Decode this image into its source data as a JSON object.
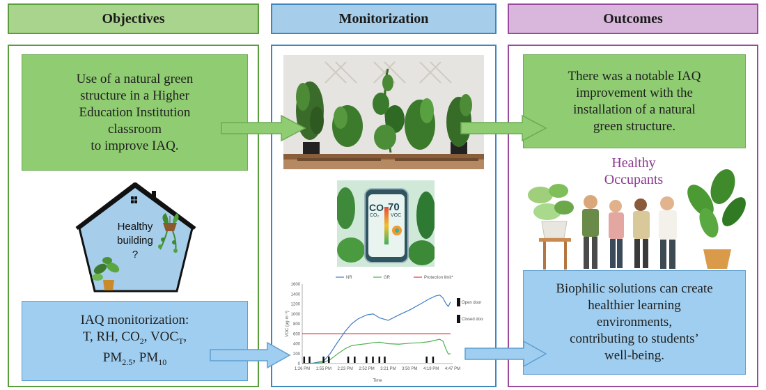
{
  "headers": {
    "objectives": "Objectives",
    "monitorization": "Monitorization",
    "outcomes": "Outcomes"
  },
  "objectives": {
    "box_top": "Use of a natural green\nstructure in a Higher\nEducation Institution\nclassroom\nto improve IAQ.",
    "house_label": "Healthy\nbuilding\n?",
    "box_bottom": {
      "line1": "IAQ monitorization:",
      "line2": "T, RH, CO",
      "line2_sub": "2",
      "line2_b": ", VOC",
      "line2_sub2": "T",
      "line2_c": ",",
      "line3": "PM",
      "line3_sub": "2.5",
      "line3_b": ", PM",
      "line3_sub2": "10"
    }
  },
  "monitor": {
    "sensor": {
      "co2_value": "CO",
      "voc_value": "70",
      "sub_co2": "CO₂",
      "sub_voc": "VOC"
    }
  },
  "outcomes": {
    "box_top": "There was a notable IAQ\nimprovement with the\ninstallation of a natural\ngreen structure.",
    "healthy_title": "Healthy\nOccupants",
    "box_bottom": "Biophilic solutions can create\nhealthier learning\nenvironments,\ncontributing to students’\nwell-being."
  },
  "chart_data": {
    "type": "line",
    "legend": [
      "NR",
      "GR",
      "Protection limit*"
    ],
    "legend_placement": "top",
    "xlabel": "Time",
    "ylabel": "VOC (μg·m⁻³)",
    "x_ticks": [
      "1:26 PM",
      "1:55 PM",
      "2:23 PM",
      "2:52 PM",
      "3:21 PM",
      "3:50 PM",
      "4:19 PM",
      "4:47 PM"
    ],
    "y_ticks": [
      0,
      200,
      400,
      600,
      800,
      1000,
      1200,
      1400,
      1600
    ],
    "ylim": [
      0,
      1600
    ],
    "annotations": [
      "Open door",
      "Closed door"
    ],
    "series": [
      {
        "name": "NR",
        "color": "#3d7cc9",
        "x": [
          0,
          0.5,
          1,
          1.3,
          1.6,
          2,
          2.3,
          2.6,
          3,
          3.3,
          3.6,
          4,
          4.5,
          5,
          5.5,
          5.9,
          6.2,
          6.4,
          6.55,
          6.7,
          6.8,
          6.9
        ],
        "values": [
          0,
          10,
          50,
          200,
          400,
          650,
          800,
          900,
          980,
          1000,
          920,
          870,
          980,
          1080,
          1200,
          1300,
          1360,
          1380,
          1320,
          1200,
          1150,
          1240
        ]
      },
      {
        "name": "GR",
        "color": "#4cb050",
        "x": [
          0,
          0.5,
          1,
          1.3,
          1.6,
          2,
          2.3,
          2.6,
          3,
          3.3,
          3.6,
          4,
          4.5,
          5,
          5.5,
          5.9,
          6.2,
          6.4,
          6.55,
          6.7,
          6.8,
          6.9
        ],
        "values": [
          0,
          5,
          20,
          80,
          180,
          300,
          360,
          380,
          400,
          420,
          430,
          400,
          390,
          410,
          420,
          440,
          470,
          490,
          450,
          280,
          190,
          200
        ]
      },
      {
        "name": "Protection limit*",
        "color": "#e03a34",
        "x": [
          0,
          6.9
        ],
        "values": [
          600,
          600
        ]
      }
    ]
  },
  "colors": {
    "green": "#8fcc72",
    "blue": "#9fcef0",
    "purple": "#d9b7dc",
    "healthy": "#8a3a8f"
  }
}
